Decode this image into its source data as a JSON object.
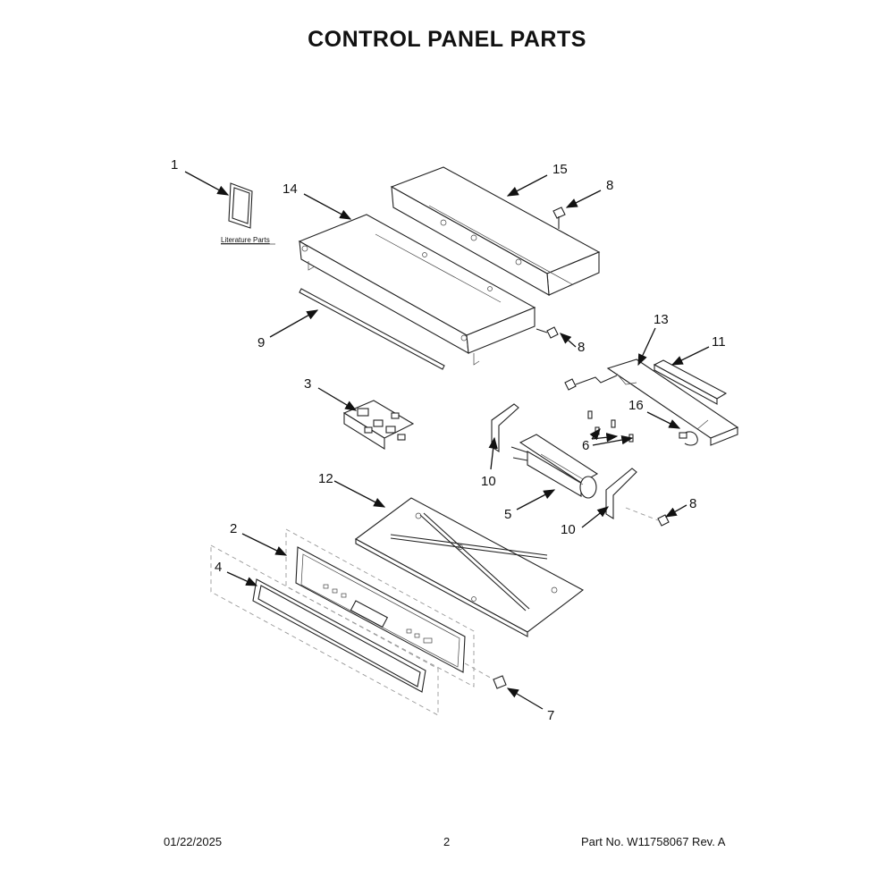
{
  "title": "CONTROL PANEL PARTS",
  "literature_label": "Literature Parts",
  "callouts": {
    "c1": "1",
    "c2": "2",
    "c3": "3",
    "c4": "4",
    "c5": "5",
    "c6": "6",
    "c7": "7",
    "c8a": "8",
    "c8b": "8",
    "c8c": "8",
    "c9": "9",
    "c10a": "10",
    "c10b": "10",
    "c11": "11",
    "c12": "12",
    "c13": "13",
    "c14": "14",
    "c15": "15",
    "c16": "16"
  },
  "footer": {
    "date": "01/22/2025",
    "page": "2",
    "part_no": "Part No.  W11758067  Rev.  A"
  }
}
